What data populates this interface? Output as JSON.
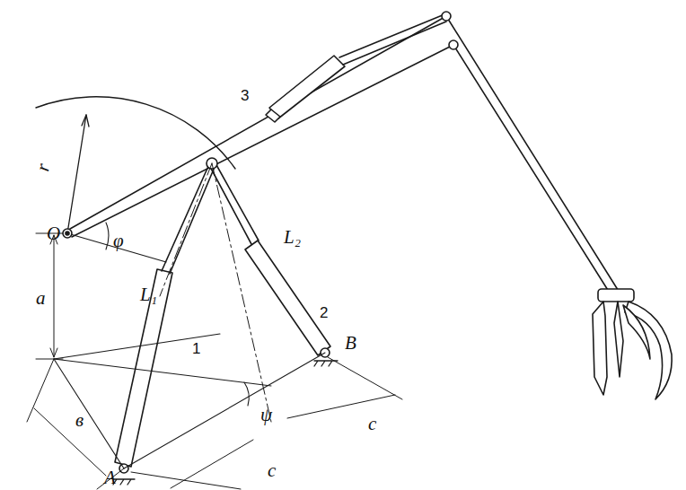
{
  "diagram": {
    "labels": [
      "r",
      "O",
      "φ",
      "a",
      "L₁",
      "L₂",
      "1",
      "2",
      "3",
      "B",
      "A",
      "ψ",
      "c",
      "c",
      "в"
    ]
  }
}
